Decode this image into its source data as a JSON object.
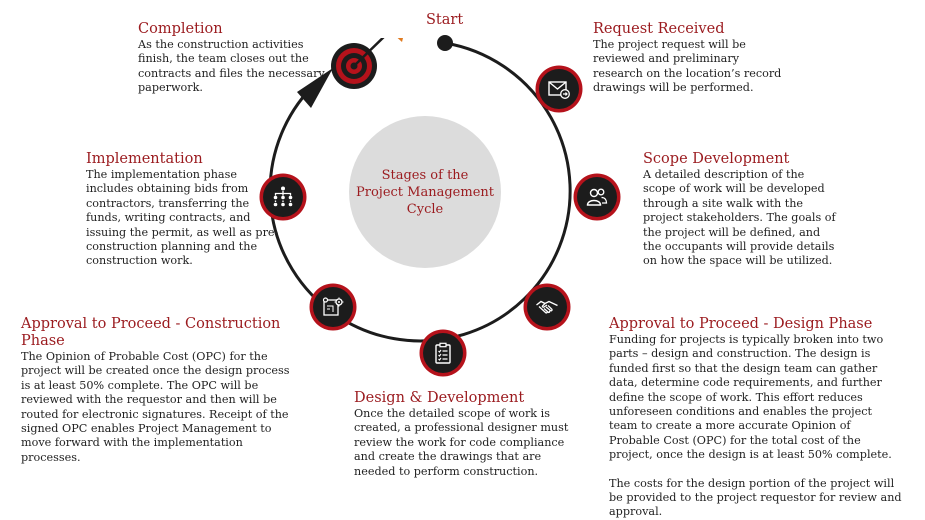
{
  "start_label": "Start",
  "center": {
    "line1": "Stages of the",
    "line2": "Project Management Cycle"
  },
  "blocks": {
    "request": {
      "title": "Request Received",
      "body": "The project request will be reviewed and preliminary research on the location’s record drawings will be performed."
    },
    "scope": {
      "title": "Scope Development",
      "body": "A detailed description of the scope of work will be developed through a site walk with the project stakeholders. The goals of the project will be defined, and the occupants will provide details on how the space will be utilized."
    },
    "design_phase": {
      "title": "Approval to Proceed - Design Phase",
      "body": "Funding for projects is typically broken into two parts – design and construction. The design is funded first so that the design team can gather data, determine code requirements, and further define the scope of work. This effort reduces unforeseen conditions and enables the project team to create a more accurate Opinion of Probable Cost (OPC) for the total cost of the project, once the design is at least 50% complete.",
      "body2": "The costs for the design portion of the project will be provided to the project requestor for review and approval."
    },
    "design_dev": {
      "title": "Design & Development",
      "body": "Once the detailed scope of work is created, a professional designer must review the work for code compliance and create the drawings that are needed to perform construction."
    },
    "construction_phase": {
      "title": "Approval to Proceed - Construction Phase",
      "body": "The Opinion of Probable Cost (OPC) for the project will be created once the design process is at least 50% complete. The OPC will be reviewed with the requestor and then will be routed for electronic signatures. Receipt of the signed OPC enables Project Management to move forward with the implementation processes."
    },
    "implementation": {
      "title": "Implementation",
      "body": "The implementation phase includes obtaining bids from contractors, transferring the funds, writing contracts, and issuing the permit, as well as pre-construction planning and the construction work."
    },
    "completion": {
      "title": "Completion",
      "body": "As the construction activities finish, the team closes out the contracts and files the necessary paperwork."
    }
  },
  "icons": [
    "envelope-arrow-icon",
    "people-icon",
    "handshake-icon",
    "clipboard-icon",
    "blueprint-icon",
    "org-chart-icon",
    "target-icon"
  ],
  "colors": {
    "accent": "#9b1b1f",
    "ring": "#b5121b",
    "dark": "#1c1c1c",
    "center": "#dcdcdc"
  }
}
